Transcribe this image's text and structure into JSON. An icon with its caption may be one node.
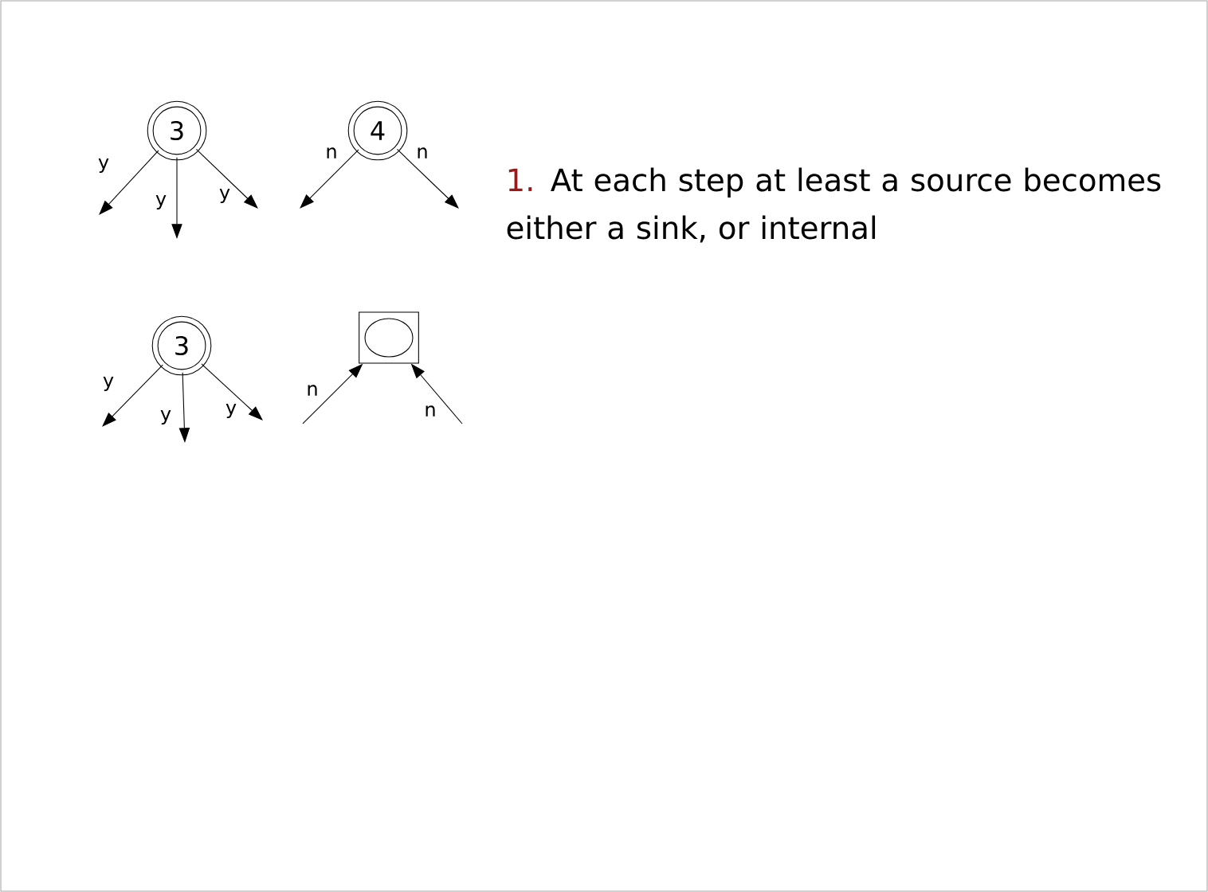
{
  "diagram": {
    "nodes": [
      {
        "text": [
          "3"
        ]
      },
      {
        "text": [
          "4"
        ]
      },
      {
        "text": [
          "3"
        ]
      },
      {
        "text": [],
        "shape": "box"
      }
    ],
    "edges": [
      {
        "from": 0,
        "to": null,
        "arrow": "to",
        "label": "y"
      },
      {
        "from": 0,
        "to": null,
        "arrow": "to",
        "label": "y"
      },
      {
        "from": 0,
        "to": null,
        "arrow": "to",
        "label": "y"
      },
      {
        "from": 1,
        "to": null,
        "arrow": "to",
        "label": "n"
      },
      {
        "from": 1,
        "to": null,
        "arrow": "to",
        "label": "n"
      },
      {
        "from": 2,
        "to": null,
        "arrow": "to",
        "label": "y"
      },
      {
        "from": 2,
        "to": null,
        "arrow": "to",
        "label": "y"
      },
      {
        "from": 2,
        "to": null,
        "arrow": "to",
        "label": "y"
      },
      {
        "from": null,
        "to": 3,
        "arrow": "to",
        "label": "n"
      },
      {
        "from": null,
        "to": 3,
        "arrow": "to",
        "label": "n"
      }
    ],
    "labels": [
      "1.",
      "At each step at least a source becomes either a sink, or internal"
    ]
  }
}
